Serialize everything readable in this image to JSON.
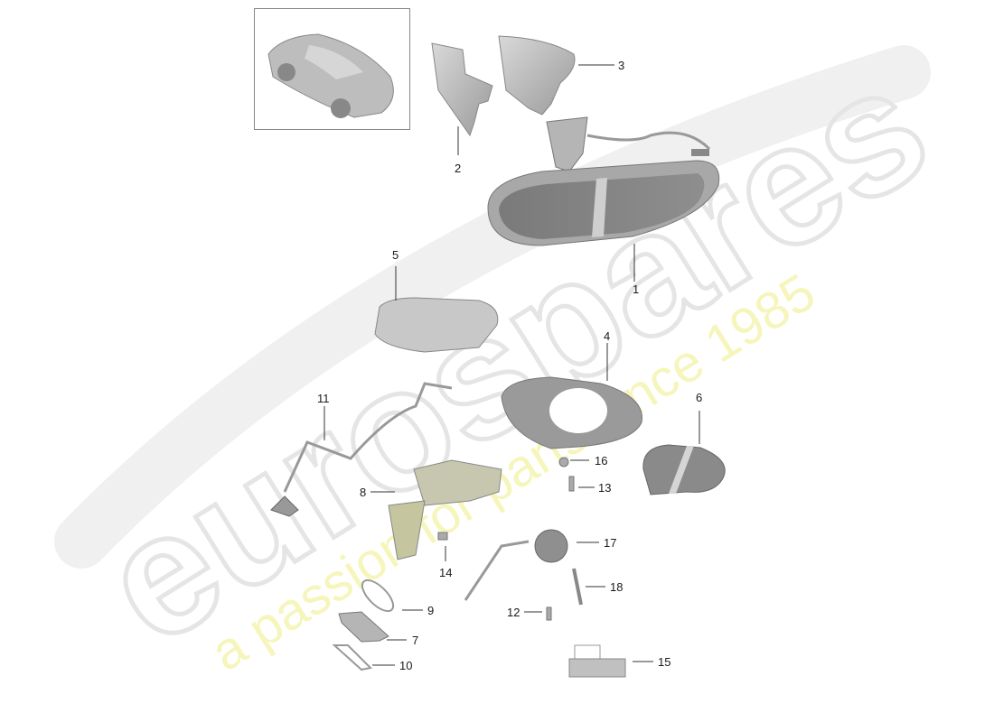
{
  "diagram": {
    "type": "exploded-parts-diagram",
    "subject": "Rear-view mirror and exterior mirror components",
    "overview_thumbnail": "car-overview",
    "watermark": {
      "brand_text": "eurospares",
      "tagline": "a passion for parts since 1985",
      "brand_color": "#e6e6e6",
      "tagline_color": "#f3f3a8"
    },
    "parts": [
      {
        "number": "1",
        "name": "interior-rear-view-mirror"
      },
      {
        "number": "2",
        "name": "cover-left"
      },
      {
        "number": "3",
        "name": "cover-right"
      },
      {
        "number": "4",
        "name": "mirror-housing-frame"
      },
      {
        "number": "5",
        "name": "mirror-cap"
      },
      {
        "number": "6",
        "name": "mirror-glass"
      },
      {
        "number": "7",
        "name": "base-seal"
      },
      {
        "number": "8",
        "name": "mirror-adjuster-motor"
      },
      {
        "number": "9",
        "name": "gasket-upper"
      },
      {
        "number": "10",
        "name": "gasket-lower"
      },
      {
        "number": "11",
        "name": "wiring-harness"
      },
      {
        "number": "12",
        "name": "screw"
      },
      {
        "number": "13",
        "name": "screw"
      },
      {
        "number": "14",
        "name": "screw"
      },
      {
        "number": "15",
        "name": "clip-light"
      },
      {
        "number": "16",
        "name": "nut"
      },
      {
        "number": "17",
        "name": "fold-motor"
      },
      {
        "number": "18",
        "name": "bolt"
      }
    ]
  }
}
